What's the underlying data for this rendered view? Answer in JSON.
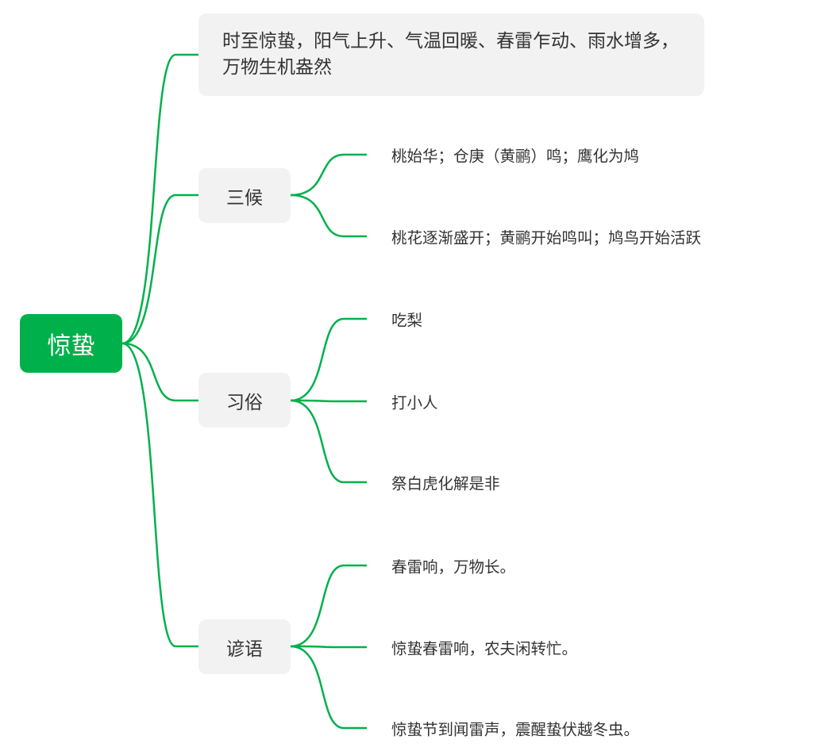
{
  "root": {
    "label": "惊蛰"
  },
  "summary": {
    "text": "时至惊蛰，阳气上升、气温回暖、春雷乍动、雨水增多，万物生机盎然"
  },
  "branches": [
    {
      "label": "三候",
      "leaves": [
        "桃始华；仓庚（黄鹂）鸣；鹰化为鸠",
        "桃花逐渐盛开；黄鹂开始鸣叫；鸠鸟开始活跃"
      ]
    },
    {
      "label": "习俗",
      "leaves": [
        "吃梨",
        "打小人",
        "祭白虎化解是非"
      ]
    },
    {
      "label": "谚语",
      "leaves": [
        "春雷响，万物长。",
        "惊蛰春雷响，农夫闲转忙。",
        "惊蛰节到闻雷声，震醒蛰伏越冬虫。"
      ]
    }
  ],
  "colors": {
    "accent": "#00b14b",
    "node_bg": "#f2f2f2",
    "text": "#333333"
  }
}
